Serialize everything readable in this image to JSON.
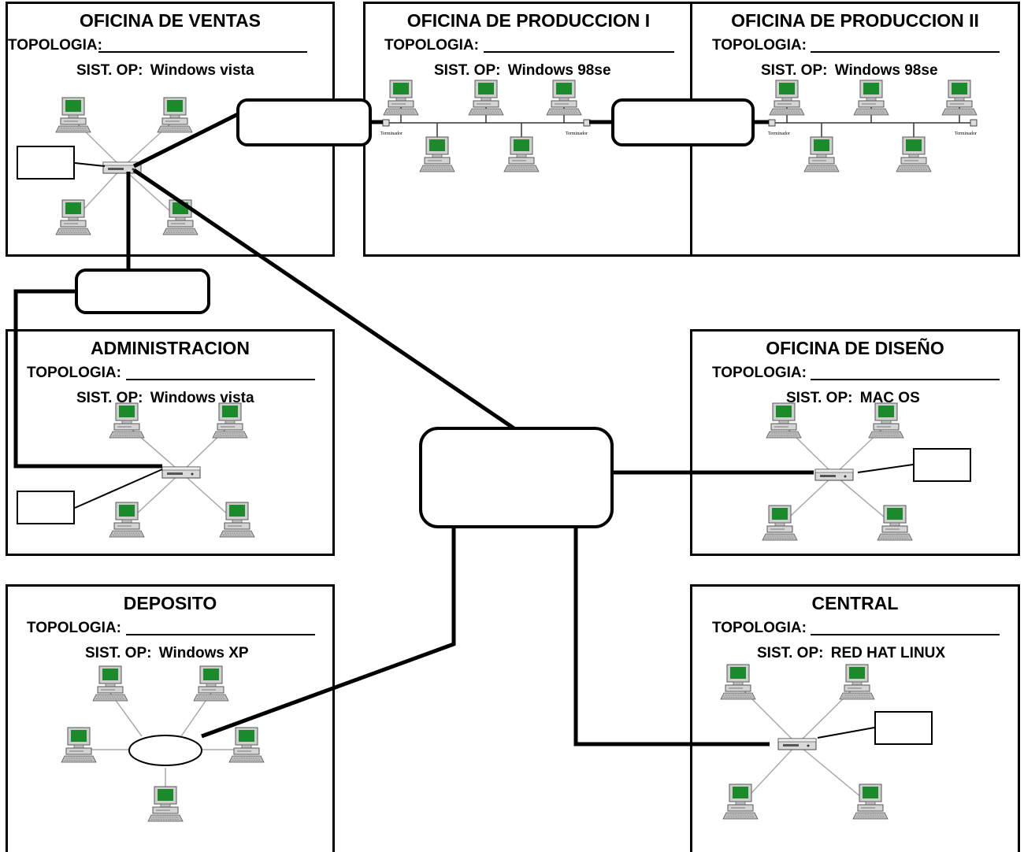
{
  "diagram": {
    "topology_field_label": "TOPOLOGIA:",
    "os_field_label": "SIST. OP:",
    "terminator_label": "Terminador",
    "offices": [
      {
        "id": "ventas",
        "title": "OFICINA DE VENTAS",
        "os": "Windows vista"
      },
      {
        "id": "produccion1",
        "title": "OFICINA DE PRODUCCION I",
        "os": "Windows 98se"
      },
      {
        "id": "produccion2",
        "title": "OFICINA DE PRODUCCION II",
        "os": "Windows 98se"
      },
      {
        "id": "administracion",
        "title": "ADMINISTRACION",
        "os": "Windows vista"
      },
      {
        "id": "diseno",
        "title": "OFICINA DE DISEÑO",
        "os": "MAC OS"
      },
      {
        "id": "deposito",
        "title": "DEPOSITO",
        "os": "Windows XP"
      },
      {
        "id": "central",
        "title": "CENTRAL",
        "os": "RED HAT LINUX"
      }
    ]
  },
  "colors": {
    "screen_green": "#1a8a2a",
    "monitor_body": "#c9c9c9",
    "line": "#000000",
    "star_link": "#aaaaaa"
  }
}
